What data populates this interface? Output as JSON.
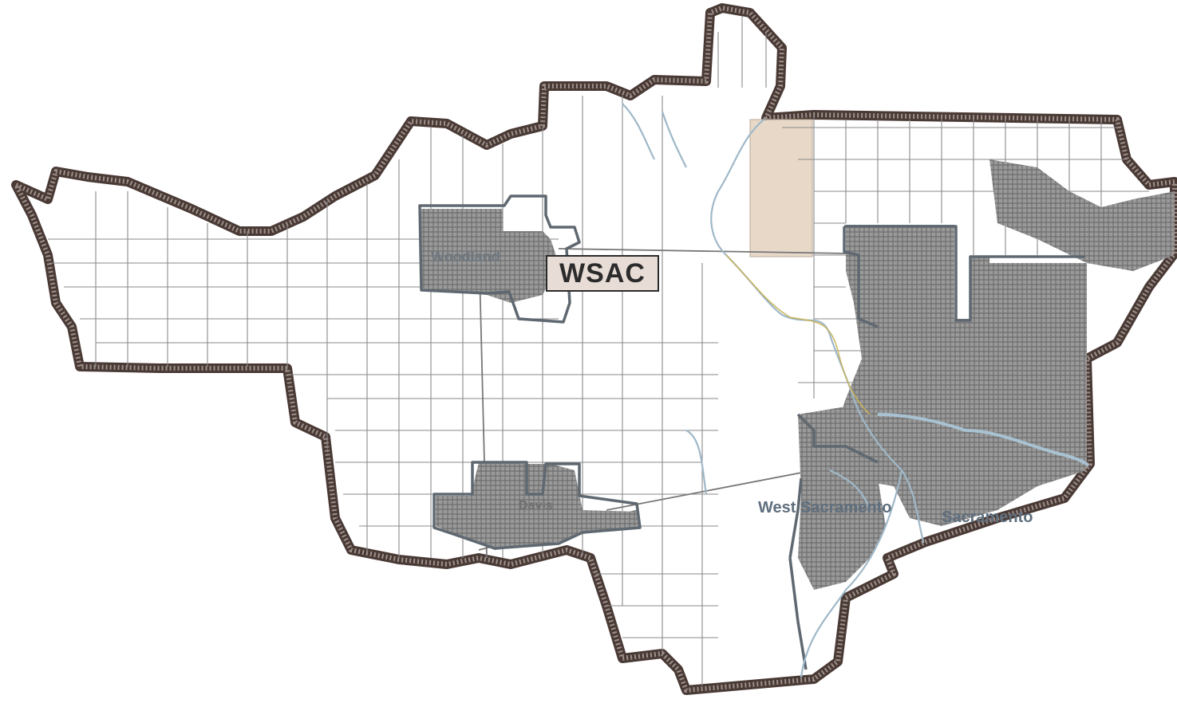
{
  "map": {
    "region_label": "WSAC",
    "places": {
      "woodland": "Woodland",
      "davis": "Davis",
      "west_sacramento": "West Sacramento",
      "sacramento": "Sacramento"
    }
  },
  "colors": {
    "boundary": "#4a3a36",
    "city_limit": "#5f6870",
    "urban": "#8e8e8e",
    "river": "#a9c2d2",
    "airport": "#e8d8c8",
    "label_box": "#e8dcd6"
  }
}
